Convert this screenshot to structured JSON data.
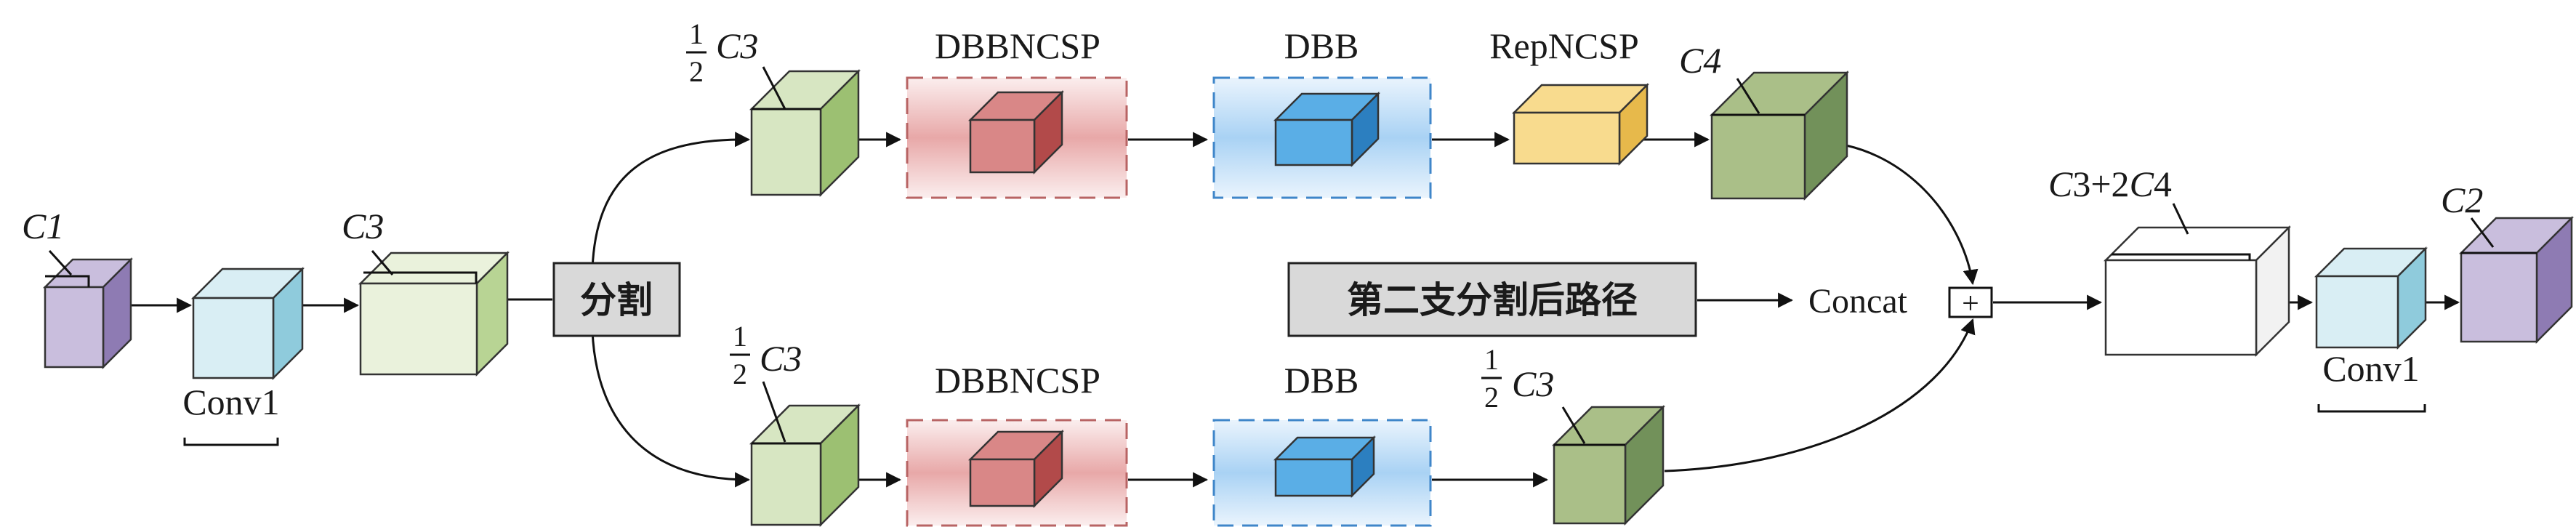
{
  "labels": {
    "c1": "C1",
    "conv1_left": "Conv1",
    "c3_main": "C3",
    "split": "分割",
    "half": "1",
    "half_den": "2",
    "c3": "C3",
    "dbbncsp_top": "DBBNCSP",
    "dbb_top": "DBB",
    "repncsp": "RepNCSP",
    "c4": "C4",
    "dbbncsp_bottom": "DBBNCSP",
    "dbb_bottom": "DBB",
    "second_branch": "第二支分割后路径",
    "concat": "Concat",
    "plus": "+",
    "c3_2c4_a": "C3+2",
    "c3_2c4_b": "C4",
    "conv1_right": "Conv1",
    "c2": "C2"
  },
  "colors": {
    "purple": "#c9bedd",
    "purple_side": "#8e7bb3",
    "cyan": "#d9eef4",
    "cyan_side": "#8fcbdc",
    "lightgreen": "#eaf2dc",
    "lightgreen_side": "#b8d494",
    "green": "#d7e6c2",
    "green_side": "#9cc072",
    "olive": "#aabf88",
    "olive_side": "#72915a",
    "red": "#d98787",
    "red_side": "#b24a4a",
    "blue": "#5aaee6",
    "blue_side": "#2c7fc0",
    "yellow": "#f8db8e",
    "yellow_side": "#e7b94b",
    "red_border": "#c07070",
    "blue_border": "#4d8fd0",
    "gray_box": "#d9d9d9"
  }
}
